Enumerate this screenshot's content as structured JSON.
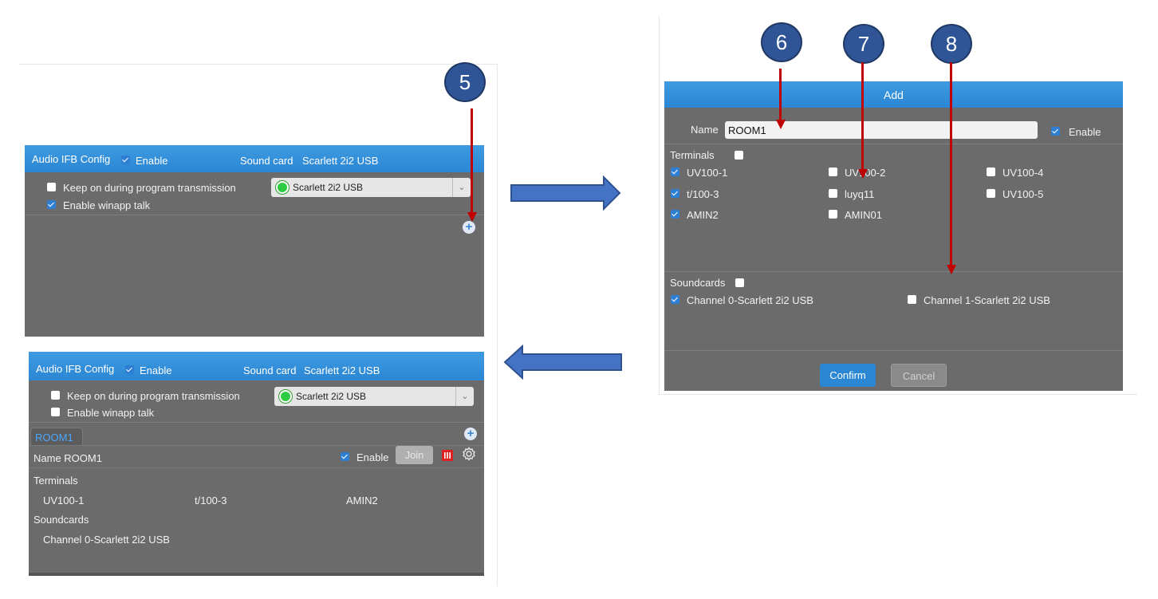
{
  "colors": {
    "header_blue": "#2b86d4",
    "panel_gray": "#6b6b6b",
    "callout_blue": "#2f5597",
    "arrow_red": "#c00000"
  },
  "callouts": {
    "c5": "5",
    "c6": "6",
    "c7": "7",
    "c8": "8"
  },
  "panel_before": {
    "title": "Audio IFB Config",
    "enable_label": "Enable",
    "soundcard_label": "Sound card",
    "soundcard_value": "Scarlett 2i2 USB",
    "keep_on_label": "Keep on during program transmission",
    "winapp_label": "Enable winapp talk",
    "select_value": "Scarlett 2i2 USB",
    "add_icon": "plus-circle-icon"
  },
  "dialog": {
    "title": "Add",
    "name_label": "Name",
    "name_value": "ROOM1",
    "enable_label": "Enable",
    "terminals_label": "Terminals",
    "terminals": [
      "UV100-1",
      "UV100-2",
      "UV100-4",
      "t/100-3",
      "luyq11",
      "UV100-5",
      "AMIN2",
      "AMIN01"
    ],
    "soundcards_label": "Soundcards",
    "soundcards": [
      "Channel 0-Scarlett 2i2 USB",
      "Channel 1-Scarlett 2i2 USB"
    ],
    "confirm_label": "Confirm",
    "cancel_label": "Cancel"
  },
  "panel_after": {
    "title": "Audio IFB Config",
    "enable_label": "Enable",
    "soundcard_label": "Sound card",
    "soundcard_value": "Scarlett 2i2 USB",
    "keep_on_label": "Keep on during program transmission",
    "winapp_label": "Enable winapp talk",
    "select_value": "Scarlett 2i2 USB",
    "room_tab": "ROOM1",
    "name_row": "Name ROOM1",
    "room_enable_label": "Enable",
    "join_label": "Join",
    "terminals_label": "Terminals",
    "terminals": [
      "UV100-1",
      "t/100-3",
      "AMIN2"
    ],
    "soundcards_label": "Soundcards",
    "soundcard_item": "Channel 0-Scarlett 2i2 USB"
  }
}
